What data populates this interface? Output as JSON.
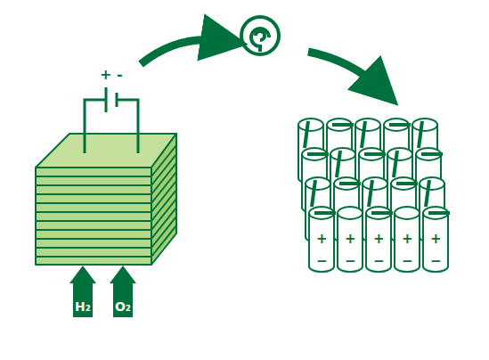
{
  "diagram": {
    "nodes": [
      {
        "text": [
          "H₂"
        ]
      },
      {
        "text": [
          "O₂"
        ]
      }
    ],
    "labels": [
      "+ -",
      "+",
      "+",
      "+",
      "+",
      "+",
      "−",
      "−",
      "−",
      "−",
      "−"
    ]
  }
}
